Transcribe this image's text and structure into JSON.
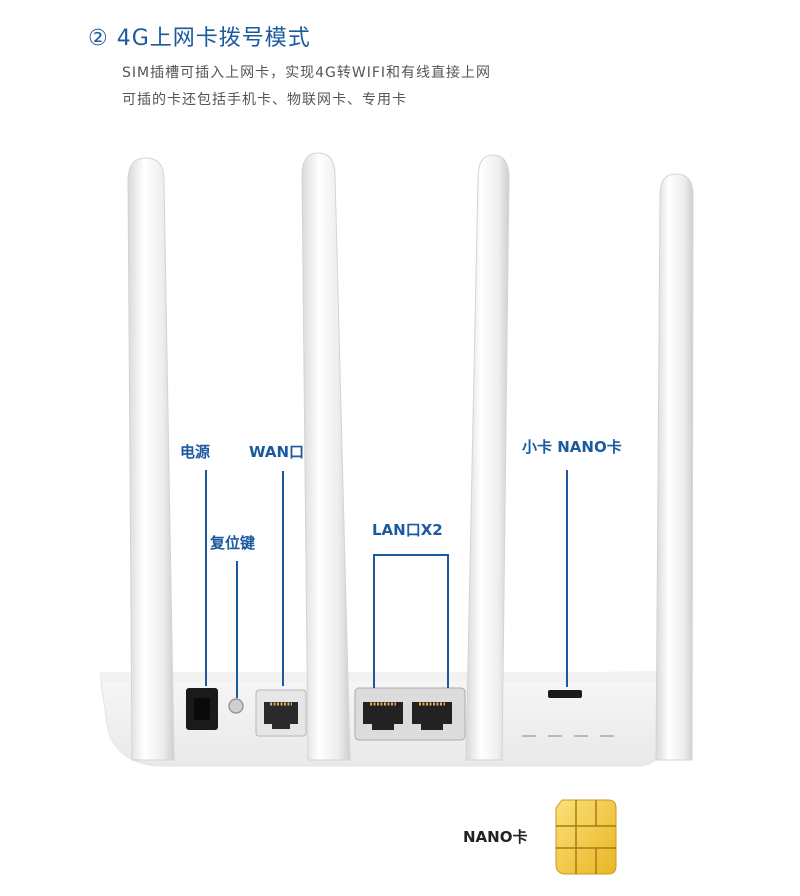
{
  "header": {
    "number": "②",
    "title": "4G上网卡拨号模式",
    "line1": "SIM插槽可插入上网卡，实现4G转WIFI和有线直接上网",
    "line2": "可插的卡还包括手机卡、物联网卡、专用卡"
  },
  "callouts": {
    "power": "电源",
    "wan": "WAN口",
    "reset": "复位键",
    "lan": "LAN口X2",
    "nano_slot": "小卡 NANO卡"
  },
  "sim": {
    "label": "NANO卡"
  },
  "colors": {
    "accent": "#1c5aa0",
    "router_body": "#f4f4f4",
    "sim_gold": "#f5c93a"
  }
}
